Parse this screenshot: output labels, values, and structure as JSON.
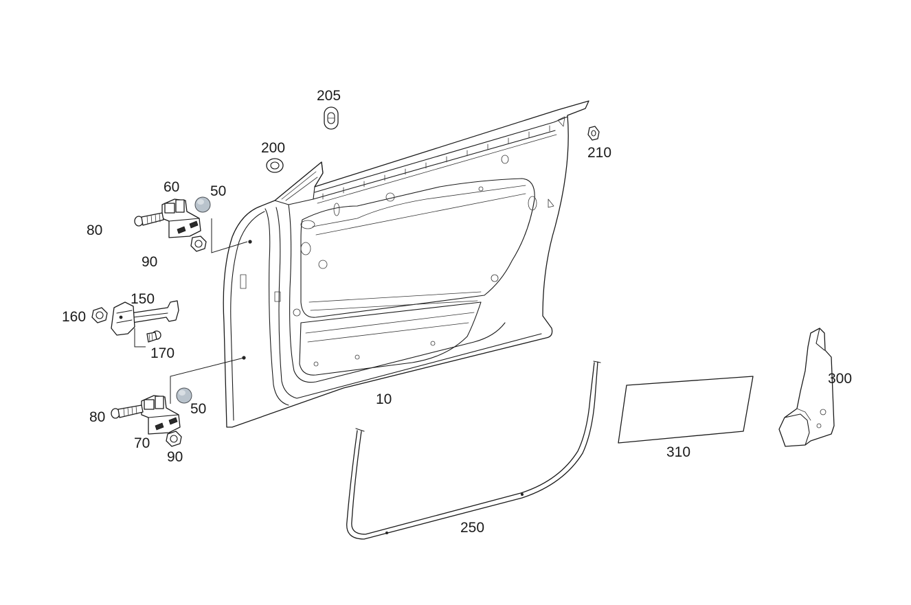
{
  "diagram": {
    "callouts": {
      "door_shell": "10",
      "hinge_upper": "60",
      "hinge_lower": "70",
      "cap_upper": "50",
      "cap_lower": "50",
      "bolt_upper": "80",
      "bolt_lower": "80",
      "nut_upper": "90",
      "nut_lower": "90",
      "door_check": "150",
      "check_nut": "160",
      "check_bolt": "170",
      "grommet": "200",
      "plug": "205",
      "clip": "210",
      "seal": "250",
      "bracket": "300",
      "film": "310"
    },
    "colors": {
      "line": "#1a1a1a",
      "cap_fill": "#b9c3cc",
      "background": "#ffffff"
    }
  }
}
